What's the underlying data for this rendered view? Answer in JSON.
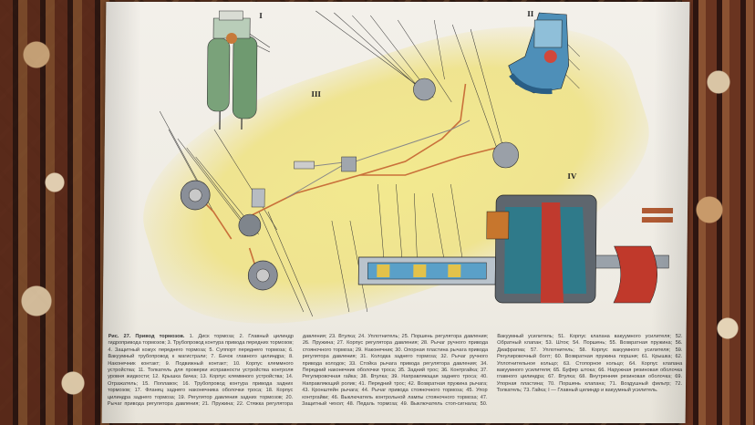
{
  "figure": {
    "section_labels": [
      "I",
      "II",
      "III",
      "IV"
    ],
    "caption_title": "Рис. 27. Привод тормозов.",
    "caption_text": "1. Диск тормоза; 2. Главный цилиндр гидропривода тормозов; 3. Трубопровод контура привода передних тормозов; 4. Защитный кожух переднего тормоза; 5. Суппорт переднего тормоза; 6. Вакуумный трубопровод к магистрали; 7. Бачок главного цилиндра; 8. Наконечник контакт; 9. Подвижный контакт; 10. Корпус клеммного устройства; 11. Толкатель для проверки исправности устройства контроля уровня жидкости; 12. Крышка бачка; 13. Корпус клеммного устройства; 14. Отражатель; 15. Поплавок; 16. Трубопровод контура привода задних тормозов; 17. Фланец заднего наконечника оболочки троса; 18. Корпус цилиндра заднего тормоза; 19. Регулятор давления задних тормозов; 20. Рычаг привода регулятора давления; 21. Пружина; 22. Стяжка регулятора давления; 23. Втулка; 24. Уплотнитель; 25. Поршень регулятора давления; 26. Пружина; 27. Корпус регулятора давления; 28. Рычаг ручного привода стояночного тормоза; 29. Наконечник; 30. Опорная пластина рычага привода регулятора давления; 31. Колодка заднего тормоза; 32. Рычаг ручного привода колодок; 33. Стойка рычага привода регулятора давления; 34. Передний наконечник оболочки троса; 35. Задний трос; 36. Контргайка; 37. Регулировочная гайка; 38. Втулка; 39. Направляющая заднего троса; 40. Направляющий ролик; 41. Передний трос; 42. Возвратная пружина рычага; 43. Кронштейн рычага; 44. Рычаг привода стояночного тормоза; 45. Упор контргайки; 46. Выключатель контрольной лампы стояночного тормоза; 47. Защитный чехол; 48. Педаль тормоза; 49. Выключатель стоп-сигнала; 50. Вакуумный усилитель; 51. Корпус клапана вакуумного усилителя; 52. Обратный клапан; 53. Шток; 54. Поршень; 55. Возвратная пружина; 56. Диафрагма; 57. Уплотнитель; 58. Корпус вакуумного усилителя; 59. Регулировочный болт; 60. Возвратная пружина поршня; 61. Крышка; 62. Уплотнительное кольцо; 63. Стопорное кольцо; 64. Корпус клапана вакуумного усилителя; 65. Буфер штока; 66. Наружная резиновая оболочка главного цилиндра; 67. Втулка; 68. Внутренняя резиновая оболочка; 69. Упорная пластина; 70. Поршень клапана; 71. Воздушный фильтр; 72. Толкатель; 73. Гайка; I — Главный цилиндр и вакуумный усилитель."
  }
}
